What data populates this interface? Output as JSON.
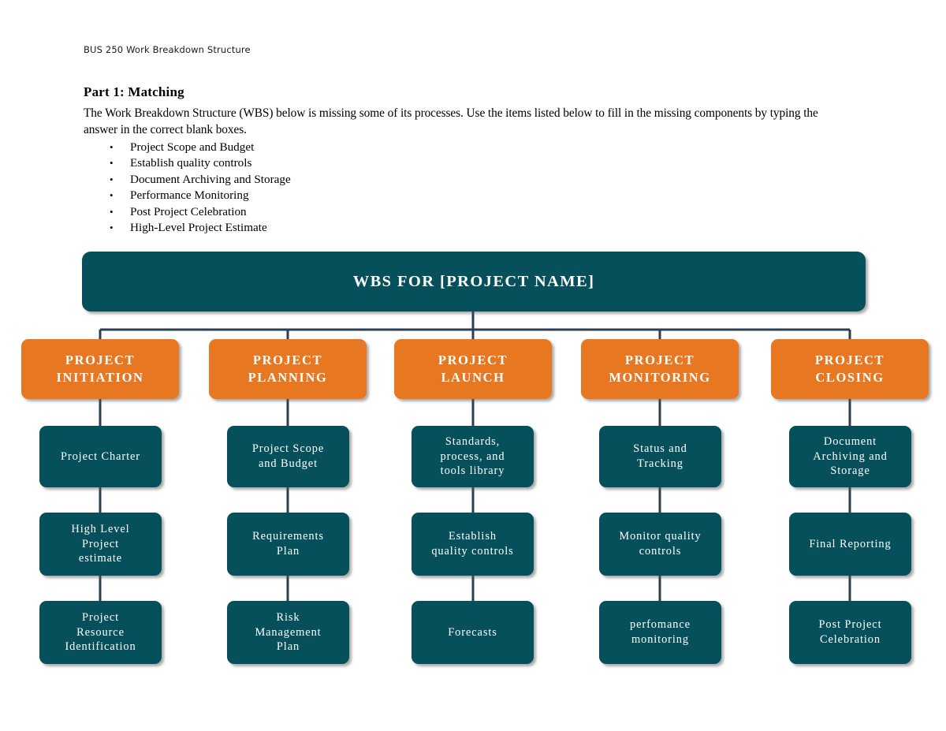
{
  "document": {
    "header": "BUS 250 Work Breakdown Structure",
    "part_title": "Part 1: Matching",
    "intro": "The Work Breakdown Structure (WBS) below is missing some of its processes. Use the items listed below to fill in the missing components by typing the answer in the correct blank boxes.",
    "bullet_glyph": "•",
    "matching_items": [
      "Project Scope and Budget",
      "Establish quality controls",
      "Document Archiving and Storage",
      "Performance Monitoring",
      "Post Project Celebration",
      "High-Level Project Estimate"
    ]
  },
  "colors": {
    "teal": "#06505C",
    "orange": "#E87722",
    "connector": "#2C3E50",
    "text_light": "#FFFFFF"
  },
  "wbs": {
    "title": "WBS FOR [PROJECT NAME]",
    "columns": [
      {
        "phase": "PROJECT INITIATION",
        "phase_lines": [
          "PROJECT",
          "INITIATION"
        ],
        "tasks": [
          {
            "lines": [
              "Project Charter"
            ]
          },
          {
            "lines": [
              "High Level",
              "Project",
              "estimate"
            ]
          },
          {
            "lines": [
              "Project",
              "Resource",
              "Identification"
            ]
          }
        ]
      },
      {
        "phase": "PROJECT PLANNING",
        "phase_lines": [
          "PROJECT",
          "PLANNING"
        ],
        "tasks": [
          {
            "lines": [
              "Project Scope",
              "and Budget"
            ]
          },
          {
            "lines": [
              "Requirements",
              "Plan"
            ]
          },
          {
            "lines": [
              "Risk",
              "Management",
              "Plan"
            ]
          }
        ]
      },
      {
        "phase": "PROJECT LAUNCH",
        "phase_lines": [
          "PROJECT",
          "LAUNCH"
        ],
        "tasks": [
          {
            "lines": [
              "Standards,",
              "process, and",
              "tools library"
            ]
          },
          {
            "lines": [
              "Establish",
              "quality controls"
            ]
          },
          {
            "lines": [
              "Forecasts"
            ]
          }
        ]
      },
      {
        "phase": "PROJECT MONITORING",
        "phase_lines": [
          "PROJECT",
          "MONITORING"
        ],
        "tasks": [
          {
            "lines": [
              "Status and",
              "Tracking"
            ]
          },
          {
            "lines": [
              "Monitor quality",
              "controls"
            ]
          },
          {
            "lines": [
              "perfomance",
              "monitoring"
            ]
          }
        ]
      },
      {
        "phase": "PROJECT CLOSING",
        "phase_lines": [
          "PROJECT",
          "CLOSING"
        ],
        "tasks": [
          {
            "lines": [
              "Document",
              "Archiving and",
              "Storage"
            ]
          },
          {
            "lines": [
              "Final Reporting"
            ]
          },
          {
            "lines": [
              "Post Project",
              "Celebration"
            ]
          }
        ]
      }
    ]
  }
}
